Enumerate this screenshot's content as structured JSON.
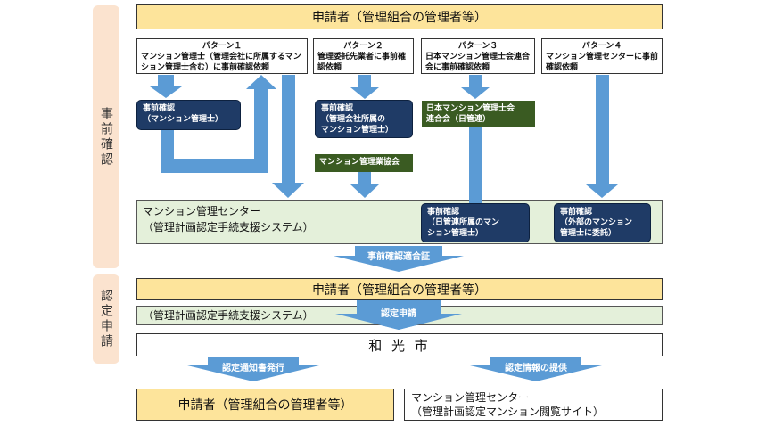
{
  "side": {
    "pre": "事前確認",
    "apply": "認定申請"
  },
  "applicant_top": "申請者（管理組合の管理者等）",
  "patterns": [
    {
      "title": "パターン１",
      "body": "マンション管理士（管理会社に所属するマンション管理士含む）に事前確認依頼"
    },
    {
      "title": "パターン２",
      "body": "管理委託先業者に事前確認依頼"
    },
    {
      "title": "パターン３",
      "body": "日本マンション管理士会連合会に事前確認依頼"
    },
    {
      "title": "パターン４",
      "body": "マンション管理センターに事前確認依頼"
    }
  ],
  "boxes": {
    "p1_check": "事前確認\n（マンション管理士）",
    "p2_check": "事前確認\n（管理会社所属の\nマンション管理士）",
    "p2_assoc": "マンション管理業協会",
    "p3_org": "日本マンション管理士会\n連合会（日管連）",
    "p3_check": "事前確認\n（日管連所属のマン\nション管理士）",
    "p4_check": "事前確認\n（外部のマンション\n管理士に委託）"
  },
  "center": {
    "line1": "マンション管理センター",
    "line2": "（管理計画認定手続支援システム）"
  },
  "arrows": {
    "cert": "事前確認適合証",
    "apply": "認定申請",
    "notice": "認定通知書発行",
    "info": "認定情報の提供"
  },
  "applicant_mid": "申請者（管理組合の管理者等）",
  "system_bar": "（管理計画認定手続支援システム）",
  "city": "和 光 市",
  "applicant_bottom": "申請者（管理組合の管理者等）",
  "center_bottom": {
    "line1": "マンション管理センター",
    "line2": "（管理計画認定マンション閲覧サイト）"
  },
  "colors": {
    "arrow": "#5b9bd5",
    "navy": "#1f3b66",
    "olive": "#3a5b22",
    "yellow": "#fde49b",
    "green": "#e4f0da"
  }
}
